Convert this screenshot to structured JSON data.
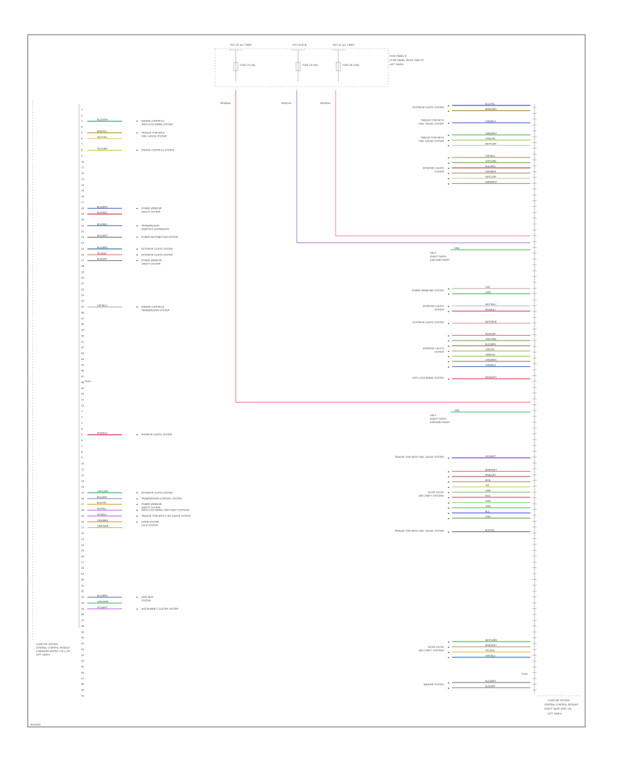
{
  "connectors": {
    "left_pin_end": "T52A",
    "right_pin_end": "T52B",
    "left_module": [
      "COMFORT SYSTEM",
      "CENTRAL CONTROL MODULE",
      "(ONBOARD SUPPLY C.M.), (IN",
      "LEFT DASH)"
    ],
    "right_module": [
      "COMFORT SYSTEM",
      "CENTRAL CONTROL MODULE",
      "(RIGHT DASH UNIT) (IN",
      "LEFT DASH)"
    ]
  },
  "fuses": {
    "labels": [
      "HOT AT ALL TIMES",
      "HOT IN RUN",
      "HOT AT ALL TIMES"
    ],
    "boxes": [
      "FUSE 19 (5A)",
      "FUSE 33 (5A)",
      "FUSE 36 (30A)"
    ],
    "panel": [
      "FUSE PANEL B",
      "(FUSE PANEL, RIGHT SIDE OF",
      "LEFT DASH)"
    ]
  },
  "left_pins": [
    "1",
    "2",
    "3",
    "4",
    "5",
    "6",
    "7",
    "8",
    "9",
    "10",
    "11",
    "12",
    "13",
    "14",
    "15",
    "16",
    "17",
    "18",
    "19",
    "20",
    "21",
    "22",
    "23",
    "24",
    "25",
    "26",
    "27",
    "28",
    "29",
    "30",
    "31",
    "32",
    "33",
    "34",
    "35",
    "36",
    "37",
    "38",
    "39",
    "40",
    "41",
    "42",
    "43",
    "44",
    "45",
    "46",
    "47",
    "48",
    "49",
    "50",
    "51",
    "52",
    "1",
    "2",
    "3",
    "4",
    "5",
    "6",
    "7",
    "8",
    "9",
    "10",
    "11",
    "12",
    "13",
    "14",
    "15",
    "16",
    "17",
    "18",
    "19",
    "20",
    "21",
    "22",
    "23",
    "24",
    "25",
    "26",
    "27",
    "28",
    "29",
    "30",
    "31",
    "32",
    "33",
    "34",
    "35",
    "36",
    "37",
    "38",
    "39",
    "40",
    "41",
    "42",
    "43",
    "44",
    "45",
    "46",
    "47",
    "48",
    "49",
    "50"
  ],
  "left_wires": [
    {
      "pin_index": 2,
      "color_name": "BLU/GRN",
      "stroke": "#3aa870",
      "label": [
        "ENGINE CONTROLS",
        "ANTI-LOCK BRAKE SYSTEM"
      ]
    },
    {
      "pin_index": 4,
      "color_name": "BRN/YEL",
      "stroke": "#c89a30",
      "label": [
        "TRAILER TOW WITH",
        "FUEL GAUGE SYSTEM"
      ]
    },
    {
      "pin_index": 5,
      "color_name": "WHT/YEL",
      "stroke": "#e0d060",
      "label": []
    },
    {
      "pin_index": 7,
      "color_name": "YEL/GRN",
      "stroke": "#c8d040",
      "label": [
        "ENGINE CONTROLS SYSTEM"
      ]
    },
    {
      "pin_index": 17,
      "color_name": "BLU/WHT",
      "stroke": "#6060d0",
      "label": [
        "POWER WINDOW",
        "SAFETY SYSTEM"
      ]
    },
    {
      "pin_index": 18,
      "color_name": "BLK/RED",
      "stroke": "#d04050",
      "label": []
    },
    {
      "pin_index": 20,
      "color_name": "BLU/RED",
      "stroke": "#6080c0",
      "label": [
        "TRANSMISSION",
        "ADAPTIVE SUSPENSION"
      ]
    },
    {
      "pin_index": 22,
      "color_name": "BLK/WHT",
      "stroke": "#777777",
      "label": [
        "POWER DISTRIBUTION SYSTEM"
      ]
    },
    {
      "pin_index": 24,
      "color_name": "BLU/BRN",
      "stroke": "#5070a0",
      "label": [
        "EXTERIOR LIGHTS SYSTEM"
      ]
    },
    {
      "pin_index": 25,
      "color_name": "YEL/BLU",
      "stroke": "#f08080",
      "label": [
        "EXTERIOR LIGHTS SYSTEM"
      ]
    },
    {
      "pin_index": 26,
      "color_name": "BLK/GRY",
      "stroke": "#888888",
      "label": [
        "POWER WINDOW",
        "SAFETY SYSTEM"
      ]
    },
    {
      "pin_index": 34,
      "color_name": "GRY/BLU",
      "stroke": "#b0b0b0",
      "label": [
        "ENGINE CONTROLS",
        "TRANSMISSION SYSTEM"
      ]
    },
    {
      "pin_index": 56,
      "color_name": "RED/BLU",
      "stroke": "#e03050",
      "label": [
        "INTERIOR LIGHTS SYSTEM"
      ]
    },
    {
      "pin_index": 66,
      "color_name": "GRY/GRN",
      "stroke": "#40b060",
      "label": [
        "EXTERIOR LIGHTS SYSTEM"
      ]
    },
    {
      "pin_index": 67,
      "color_name": "BLU/GRY",
      "stroke": "#8090c0",
      "label": [
        "TRANSMISSION CONTROL SYSTEM"
      ]
    },
    {
      "pin_index": 68,
      "color_name": "BLK/YEL",
      "stroke": "#d0b040",
      "label": [
        "POWER WINDOW",
        "SAFETY SYSTEM"
      ]
    },
    {
      "pin_index": 69,
      "color_name": "VIO/YEL",
      "stroke": "#c080e0",
      "label": [
        "ANTI-LOCK BRAKE, ANTI-THEFT SYSTEMS"
      ]
    },
    {
      "pin_index": 70,
      "color_name": "VIO/BLU",
      "stroke": "#d070e0",
      "label": [
        "TRAILER TOW WITH FUEL GAUGE SYSTEM"
      ]
    },
    {
      "pin_index": 71,
      "color_name": "ORN/BRN",
      "stroke": "#e0a040",
      "label": [
        "HORN SYSTEM",
        "LOCK SYSTEM"
      ]
    },
    {
      "pin_index": 72,
      "color_name": "ORN/GRN",
      "stroke": "#f0b060",
      "label": []
    },
    {
      "pin_index": 84,
      "color_name": "BLU/BRN",
      "stroke": "#6070b0",
      "label": [
        "DATA BUS",
        "SYSTEM"
      ]
    },
    {
      "pin_index": 85,
      "color_name": "ORN/GRN",
      "stroke": "#50c070",
      "label": []
    },
    {
      "pin_index": 86,
      "color_name": "VIO/WHT",
      "stroke": "#c070e0",
      "label": [
        "INSTRUMENT CLUSTER SYSTEM"
      ]
    }
  ],
  "right_groups_a": [
    {
      "label": [
        "EXTERIOR LIGHTS SYSTEM"
      ],
      "rows": [
        {
          "c": "BLU/YEL",
          "s": "#4050d0"
        },
        {
          "c": "BRN/GRN",
          "s": "#b09040"
        }
      ]
    },
    {
      "label": [
        "TRAILER TOW WITH",
        "FUEL GAUGE SYSTEM"
      ],
      "rows": [
        {
          "c": "GRN/BLU",
          "s": "#6070e0"
        }
      ]
    },
    {
      "label": [
        "TRAILER TOW WITH",
        "FUEL GAUGE SYSTEM"
      ],
      "rows": [
        {
          "c": "GRN/WHT",
          "s": "#60c070"
        },
        {
          "c": "GRN/YEL",
          "s": "#a0d060"
        },
        {
          "c": "WHT/GRY",
          "s": "#cccccc"
        }
      ]
    },
    {
      "label": [
        "EXTERIOR LIGHTS",
        "SYSTEM"
      ],
      "rows": [
        {
          "c": "GRY/BLK",
          "s": "#b0a070"
        },
        {
          "c": "GRY/GRN",
          "s": "#80b060"
        },
        {
          "c": "BLK/RED",
          "s": "#d04050"
        },
        {
          "c": "GRY/BRN",
          "s": "#a0a080"
        },
        {
          "c": "WHT/GRY",
          "s": "#d0d0a0"
        },
        {
          "c": "GRN/WHT",
          "s": "#60c070"
        }
      ]
    }
  ],
  "right_groups_b": [
    {
      "label": [
        "POWER WINDOWS SYSTEM"
      ],
      "rows": [
        {
          "c": "GRY",
          "s": "#bbbbbb"
        },
        {
          "c": "GRN",
          "s": "#60c060"
        }
      ]
    },
    {
      "label": [
        "EXTERIOR LIGHTS",
        "SYSTEM"
      ],
      "rows": [
        {
          "c": "WHT/BLU",
          "s": "#c0c0e0"
        },
        {
          "c": "RED/BLU",
          "s": "#e05070"
        }
      ]
    },
    {
      "label": [
        "EXTERIOR LIGHTS SYSTEM"
      ],
      "rows": [
        {
          "c": "WHT/RED",
          "s": "#e0a0a0"
        }
      ]
    },
    {
      "label": [
        "EXTERIOR LIGHTS",
        "SYSTEM"
      ],
      "rows": [
        {
          "c": "RED/GRY",
          "s": "#d08080"
        },
        {
          "c": "GRY/GRN",
          "s": "#80b060"
        },
        {
          "c": "BLK/BRN",
          "s": "#a08060"
        },
        {
          "c": "GRY/YEL",
          "s": "#c0b060"
        },
        {
          "c": "GRN/YEL",
          "s": "#a0d060"
        },
        {
          "c": "GRN/BRN",
          "s": "#80a050"
        },
        {
          "c": "GRN/BLU",
          "s": "#5080c0"
        }
      ]
    },
    {
      "label": [
        "ANTI-LOCK BRAKE SYSTEM"
      ],
      "rows": [
        {
          "c": "RED/WHT",
          "s": "#e05060"
        }
      ]
    }
  ],
  "right_groups_c": [
    {
      "label": [
        "TRAILER TOW WITH FUEL GAUGE SYSTEM"
      ],
      "rows": [
        {
          "c": "VIO/WHT",
          "s": "#8040d0"
        }
      ]
    },
    {
      "label": [
        "DOOR LOCKS",
        "ANTI-THEFT SYSTEMS"
      ],
      "rows": [
        {
          "c": "BRN/WHT",
          "s": "#d08080"
        },
        {
          "c": "BRN/GRY",
          "s": "#c06060"
        },
        {
          "c": "BRN",
          "s": "#c0a060"
        },
        {
          "c": "YEL",
          "s": "#d0d080"
        },
        {
          "c": "GRN",
          "s": "#80d080"
        },
        {
          "c": "RED",
          "s": "#e06060"
        },
        {
          "c": "GRN",
          "s": "#a0e080"
        },
        {
          "c": "GRN",
          "s": "#70c070"
        },
        {
          "c": "BLU",
          "s": "#6060e0"
        },
        {
          "c": "GRN",
          "s": "#60b060"
        }
      ]
    },
    {
      "label": [
        "TRAILER TOW WITH FUEL GAUGE SYSTEM"
      ],
      "rows": [
        {
          "c": "BLK/YEL",
          "s": "#777777"
        }
      ]
    }
  ],
  "right_groups_d": [
    {
      "label": [
        "DOOR LOCKS",
        "ANTI-THEFT SYSTEMS"
      ],
      "rows": [
        {
          "c": "WHT/GRN",
          "s": "#40c060"
        },
        {
          "c": "BRN/WHT",
          "s": "#c0a080"
        },
        {
          "c": "YEL/BLU",
          "s": "#d0d060"
        },
        {
          "c": "GRY/BLU",
          "s": "#4080c0"
        }
      ]
    }
  ],
  "right_groups_e": [
    {
      "label": [
        "WASHER SYSTEM"
      ],
      "rows": [
        {
          "c": "BLK/WHT",
          "s": "#888888"
        },
        {
          "c": "BLK/GRY",
          "s": "#999999"
        }
      ]
    }
  ],
  "grounds": [
    {
      "label": [
        "G615",
        "(RIGHT DASH)",
        "(GROUND POINT)"
      ],
      "color": "GRN"
    },
    {
      "label": [
        "G615",
        "(RIGHT DASH)",
        "(GROUND POINT)"
      ],
      "color": "GRN"
    }
  ],
  "power_wires": [
    {
      "color": "RED/BLK",
      "stroke": "#f06070"
    },
    {
      "color": "RED/VIO",
      "stroke": "#a070e0"
    },
    {
      "color": "RED/BLU",
      "stroke": "#f08090"
    }
  ],
  "page_code": "W1905G"
}
